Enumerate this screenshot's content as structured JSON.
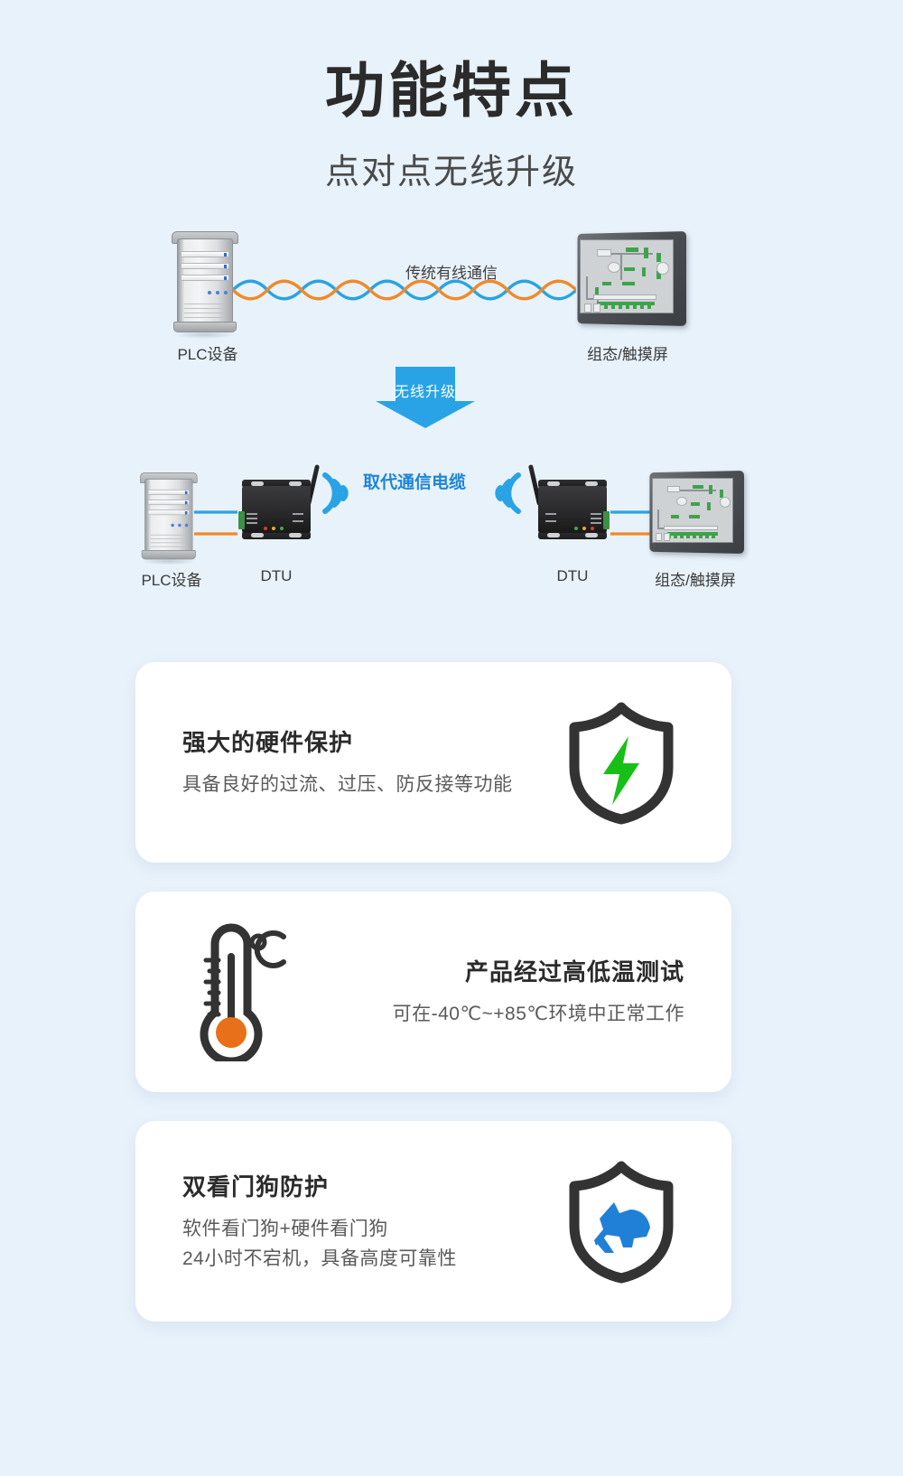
{
  "header": {
    "title": "功能特点",
    "subtitle": "点对点无线升级"
  },
  "diagram": {
    "wired": {
      "link_label": "传统有线通信",
      "left_label": "PLC设备",
      "right_label": "组态/触摸屏"
    },
    "arrow": {
      "label": "无线升级",
      "color": "#29a3e6"
    },
    "wireless": {
      "link_label": "取代通信电缆",
      "link_label_color": "#1e84d8",
      "plc_label": "PLC设备",
      "dtu_left_label": "DTU",
      "dtu_right_label": "DTU",
      "hmi_label": "组态/触摸屏"
    },
    "cable_colors": {
      "blue": "#2aa3e0",
      "orange": "#f08a28"
    }
  },
  "cards": [
    {
      "title": "强大的硬件保护",
      "desc_lines": [
        "具备良好的过流、过压、防反接等功能"
      ],
      "icon": "shield-bolt-icon",
      "icon_side": "right",
      "accent": "#17c017"
    },
    {
      "title": "产品经过高低温测试",
      "desc_lines": [
        "可在-40℃~+85℃环境中正常工作"
      ],
      "icon": "thermometer-celsius-icon",
      "icon_side": "left",
      "accent": "#e8701a",
      "unit_label": "℃"
    },
    {
      "title": "双看门狗防护",
      "desc_lines": [
        "软件看门狗+硬件看门狗",
        "24小时不宕机，具备高度可靠性"
      ],
      "icon": "shield-dog-icon",
      "icon_side": "right",
      "accent": "#2080d8"
    }
  ],
  "theme": {
    "background": "#e8f2fb",
    "card_background": "#ffffff",
    "title_color": "#2b2b2b",
    "body_color": "#5a5a5a"
  }
}
